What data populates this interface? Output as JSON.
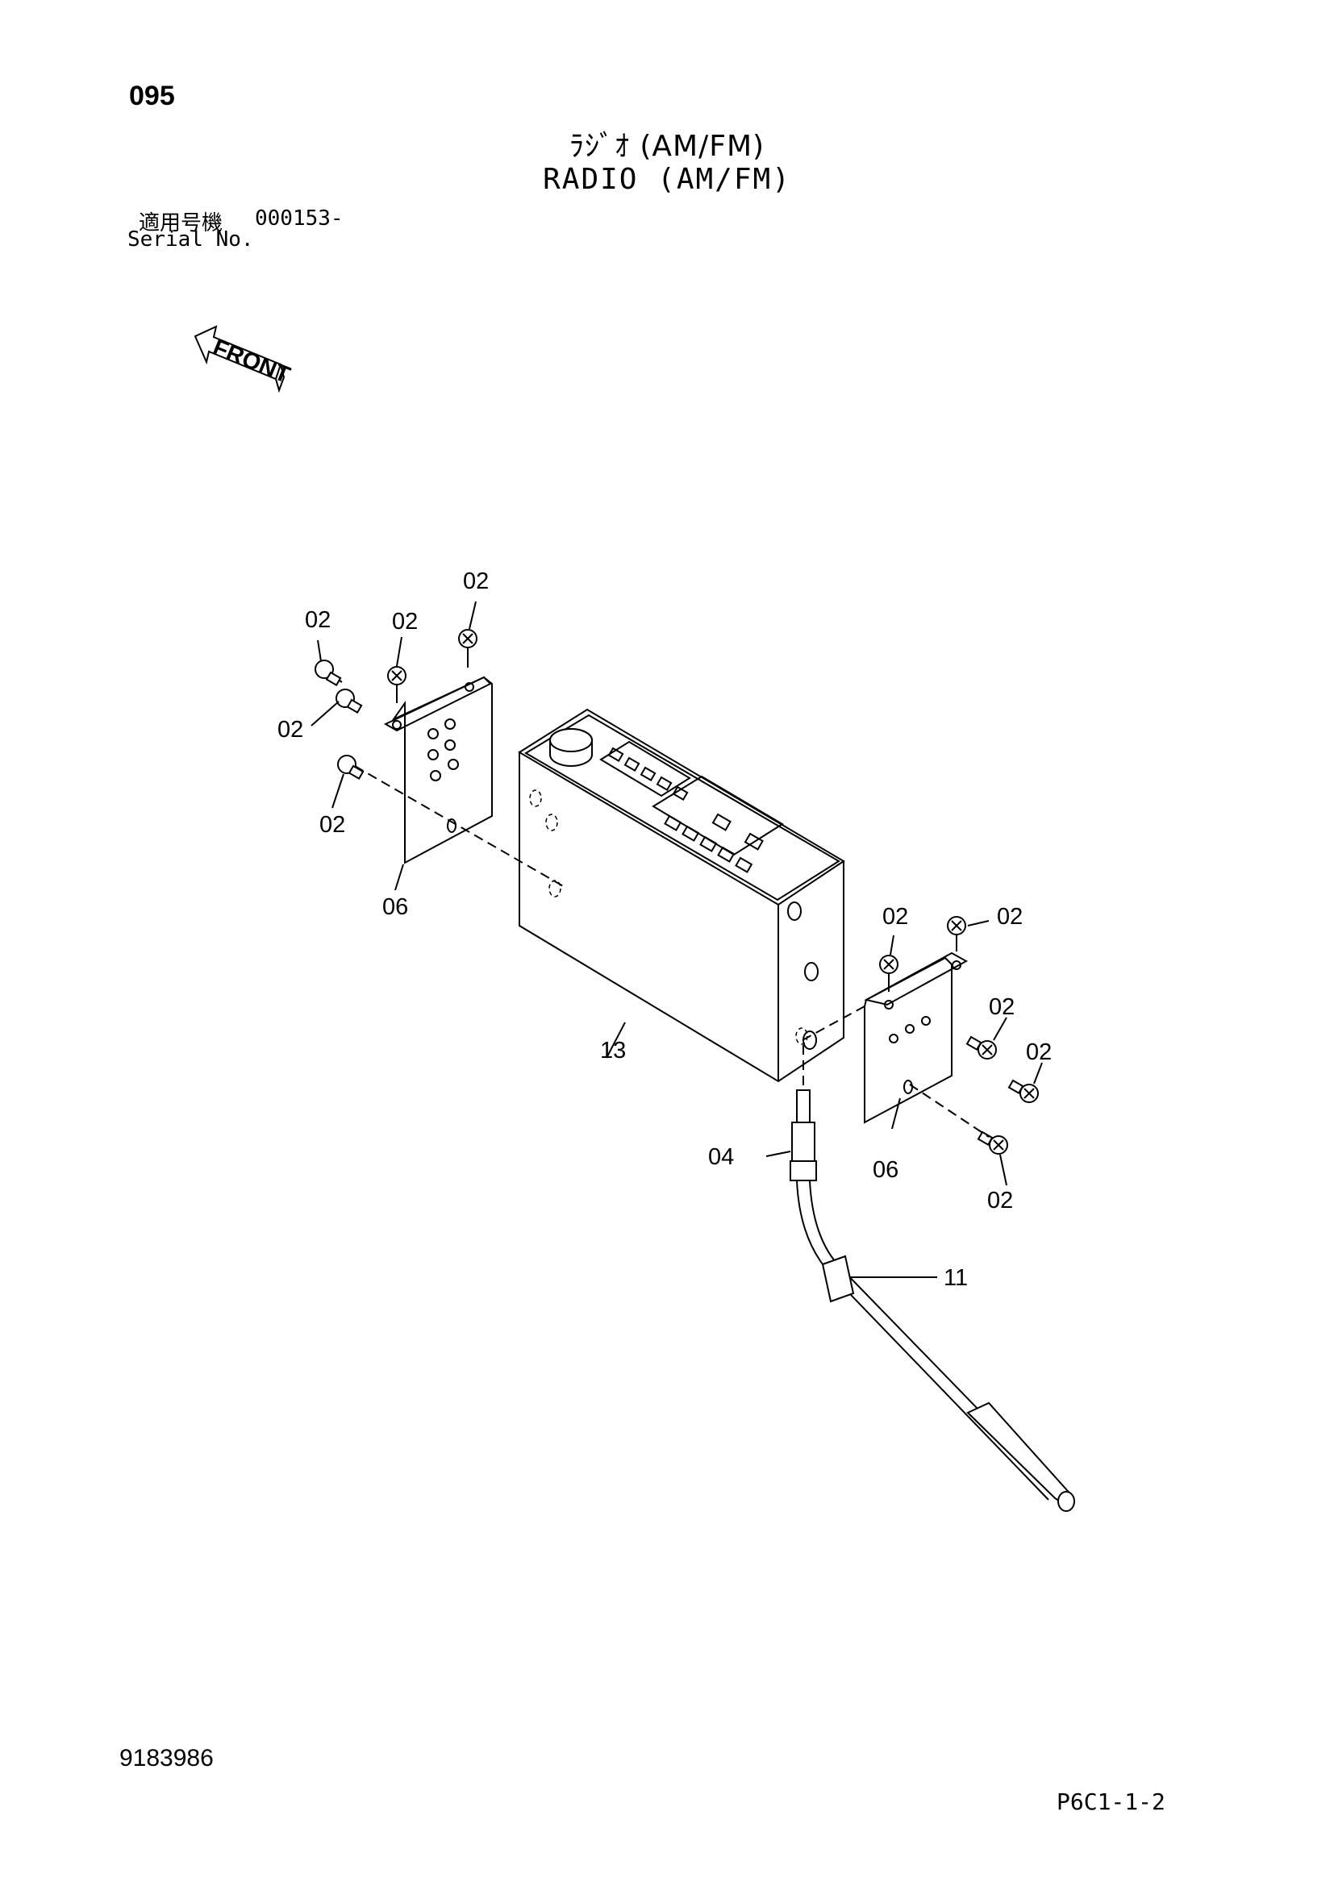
{
  "header": {
    "page_number": "095",
    "title_jp": "ﾗｼﾞｵ (AM/FM)",
    "title_en": "RADIO (AM/FM)",
    "serial_label_jp": "適用号機",
    "serial_value": "000153-",
    "serial_label_en": "Serial No."
  },
  "front_indicator": {
    "label": "FRONT"
  },
  "callouts": {
    "screw_a": "02",
    "screw_b": "02",
    "screw_c": "02",
    "screw_d": "02",
    "screw_e": "02",
    "screw_f": "02",
    "screw_g": "02",
    "screw_h": "02",
    "screw_i": "02",
    "screw_j": "02",
    "bracket_left": "06",
    "bracket_right": "06",
    "radio": "13",
    "connector": "04",
    "clip": "11"
  },
  "footer": {
    "drawing_number": "9183986",
    "sheet_reference": "P6C1-1-2"
  }
}
